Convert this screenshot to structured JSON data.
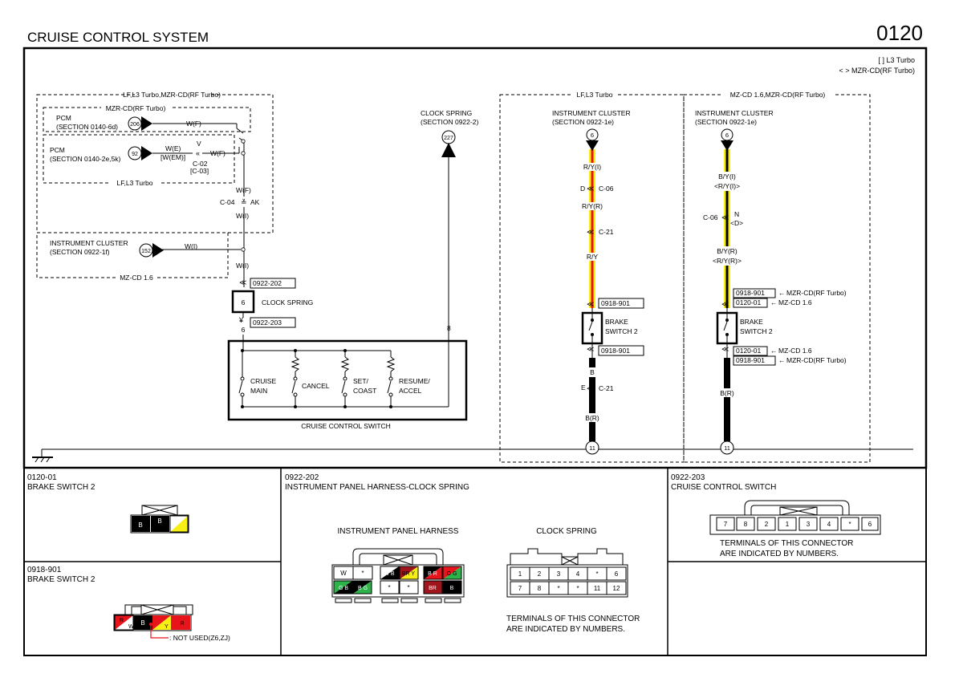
{
  "header": {
    "title": "CRUISE CONTROL SYSTEM",
    "code": "0120"
  },
  "legend": {
    "l3": "[ ] L3 Turbo",
    "mzr": "< > MZR-CD(RF Turbo)"
  },
  "groups": {
    "lf_l3_mzr": "LF,L3 Turbo,MZR-CD(RF Turbo)",
    "mzr_cd_rf": "MZR-CD(RF Turbo)",
    "lf_l3_bottom": "LF,L3 Turbo",
    "mz_cd_16": "MZ-CD 1.6",
    "lf_l3_right": "LF,L3 Turbo",
    "mzcd_mzr_right": "MZ-CD 1.6,MZR-CD(RF Turbo)"
  },
  "left": {
    "pcm1_name": "PCM",
    "pcm1_section": "(SECTION 0140-6d)",
    "pcm1_pin": "206",
    "pcm1_wire": "W(F)",
    "pcm2_name": "PCM",
    "pcm2_section": "(SECTION 0140-2e,5k)",
    "pcm2_pin": "92",
    "pcm2_wire_a": "W(E)",
    "pcm2_wire_b": "[W(EM)]",
    "pcm2_wire_v": "V",
    "pcm2_conn": "C-02",
    "pcm2_conn_b": "[C-03]",
    "pcm2_wire_c": "W(F)",
    "wire_wf": "W(F)",
    "c04": "C-04",
    "ak": "AK",
    "wire_wi": "W(I)",
    "ic_name": "INSTRUMENT CLUSTER",
    "ic_section": "(SECTION 0922-1f)",
    "ic_pin": "152",
    "ic_wire": "W(I)",
    "wire_wi2": "W(I)",
    "conn_202": "0922-202",
    "cs_pin": "6",
    "cs_label": "CLOCK SPRING",
    "conn_203": "0922-203",
    "cs_pin_b": "6"
  },
  "clock_spring_ref": {
    "name": "CLOCK SPRING",
    "section": "(SECTION 0922-2)",
    "pin": "227",
    "wire_pin": "8"
  },
  "switch": {
    "title": "CRUISE CONTROL SWITCH",
    "labels": [
      {
        "l1": "CRUISE",
        "l2": "MAIN"
      },
      {
        "l1": "CANCEL",
        "l2": ""
      },
      {
        "l1": "SET/",
        "l2": "COAST"
      },
      {
        "l1": "RESUME/",
        "l2": "ACCEL"
      }
    ]
  },
  "mid": {
    "ic_name": "INSTRUMENT CLUSTER",
    "ic_section": "(SECTION 0922-1e)",
    "pin_top": "6",
    "w1": "R/Y(I)",
    "d": "D",
    "c06": "C-06",
    "w2": "R/Y(R)",
    "c21": "C-21",
    "w3": "R/Y",
    "conn_a": "0918-901",
    "bs1": "BRAKE",
    "bs2": "SWITCH 2",
    "conn_b": "0918-901",
    "w4": "B",
    "e": "E",
    "c21b": "C-21",
    "w5": "B(R)",
    "gnd": "11"
  },
  "right": {
    "ic_name": "INSTRUMENT CLUSTER",
    "ic_section": "(SECTION 0922-1e)",
    "pin_top": "6",
    "w1": "B/Y(I)",
    "w1b": "<R/Y(I)>",
    "c06": "C-06",
    "n": "N",
    "nd": "<D>",
    "w2": "B/Y(R)",
    "w2b": "<R/Y(R)>",
    "conn_a1": "0918-901",
    "conn_a1_note": "MZR-CD(RF Turbo)",
    "conn_a2": "0120-01",
    "conn_a2_note": "MZ-CD 1.6",
    "bs1": "BRAKE",
    "bs2": "SWITCH 2",
    "conn_b1": "0120-01",
    "conn_b1_note": "MZ-CD 1.6",
    "conn_b2": "0918-901",
    "conn_b2_note": "MZR-CD(RF Turbo)",
    "w3": "B(R)",
    "gnd": "11"
  },
  "connectors": {
    "c0120": {
      "code": "0120-01",
      "name": "BRAKE SWITCH 2",
      "pins": [
        "B",
        "B",
        "Y"
      ]
    },
    "c0918": {
      "code": "0918-901",
      "name": "BRAKE SWITCH 2",
      "pins": [
        "R",
        "W",
        "B",
        "Y",
        "R"
      ],
      "note": ": NOT USED(Z6,ZJ)"
    },
    "c0922_202": {
      "code": "0922-202",
      "name": "INSTRUMENT PANEL HARNESS-CLOCK SPRING",
      "harness_label": "INSTRUMENT PANEL HARNESS",
      "spring_label": "CLOCK SPRING",
      "harness_top": [
        "W",
        "*",
        "W B",
        "BR Y",
        "B R",
        "O G"
      ],
      "harness_bottom": [
        "G B",
        "B G",
        "*",
        "*",
        "BR",
        "B"
      ],
      "spring_top": [
        "1",
        "2",
        "3",
        "4",
        "*",
        "6"
      ],
      "spring_bottom": [
        "7",
        "8",
        "*",
        "*",
        "11",
        "12"
      ],
      "note1": "TERMINALS OF THIS CONNECTOR",
      "note2": "ARE INDICATED BY NUMBERS."
    },
    "c0922_203": {
      "code": "0922-203",
      "name": "CRUISE CONTROL SWITCH",
      "pins": [
        "7",
        "8",
        "2",
        "1",
        "3",
        "4",
        "*",
        "6"
      ],
      "note1": "TERMINALS OF THIS CONNECTOR",
      "note2": "ARE INDICATED BY NUMBERS."
    }
  },
  "colors": {
    "red": "#e8141c",
    "yellow": "#f6ee14",
    "green": "#2cb34a",
    "dark_red": "#a0141c",
    "black": "#000000",
    "white": "#ffffff"
  }
}
